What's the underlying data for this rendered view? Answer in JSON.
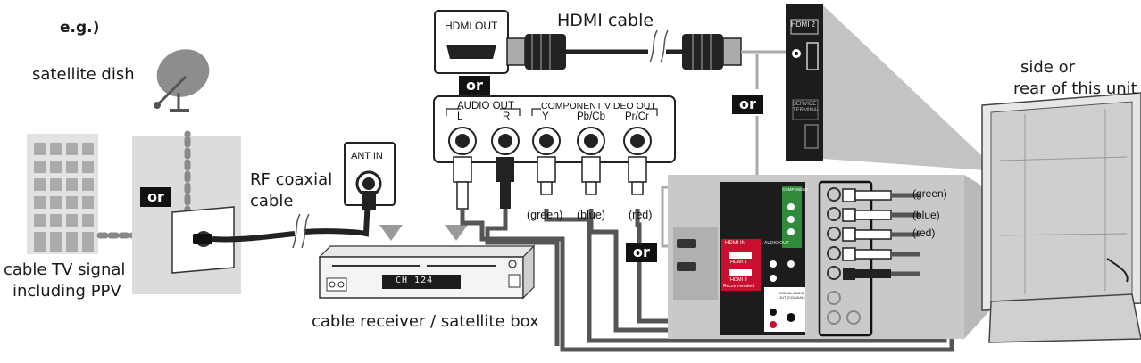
{
  "example_label": "e.g.)",
  "satellite_dish_label": "satellite dish",
  "cable_tv_label_line1": "cable TV signal",
  "cable_tv_label_line2": "including PPV",
  "or_label": "or",
  "rf_cable_label_line1": "RF coaxial",
  "rf_cable_label_line2": "cable",
  "ant_in_label": "ANT IN",
  "hdmi_out_label": "HDMI OUT",
  "hdmi_cable_label": "HDMI cable",
  "audio_out_label": "AUDIO OUT",
  "audio_l_label": "L",
  "audio_r_label": "R",
  "component_video_out_label": "COMPONENT VIDEO OUT",
  "comp_y_label": "Y",
  "comp_pb_label": "Pb/Cb",
  "comp_pr_label": "Pr/Cr",
  "green_label": "(green)",
  "blue_label": "(blue)",
  "red_label": "(red)",
  "receiver_label": "cable receiver / satellite box",
  "receiver_display": "CH 124",
  "unit_label_line1": "side or",
  "unit_label_line2": "rear of this unit",
  "hdmi2_label": "HDMI 2",
  "service_terminal_label": "SERVICE TERMINAL",
  "panel_hdmi_in_label": "HDMI IN",
  "panel_hdmi1_label": "HDMI 1",
  "panel_hdmi3_label": "HDMI 3",
  "panel_recommended_label": "Recommended",
  "panel_audio_out_label": "AUDIO OUT",
  "panel_component_label": "COMPONENT",
  "panel_digital_audio_label": "DIGITAL AUDIO OUT (COAXIAL)",
  "colors": {
    "cable": "#222222",
    "panel_gray": "#c9c9c9",
    "wall_gray": "#dcdcdc",
    "arrow_gray": "#9a9a9a",
    "tv_gray": "#d6d6d6",
    "red_block": "#c8102e",
    "green_block": "#2f8a3a"
  }
}
